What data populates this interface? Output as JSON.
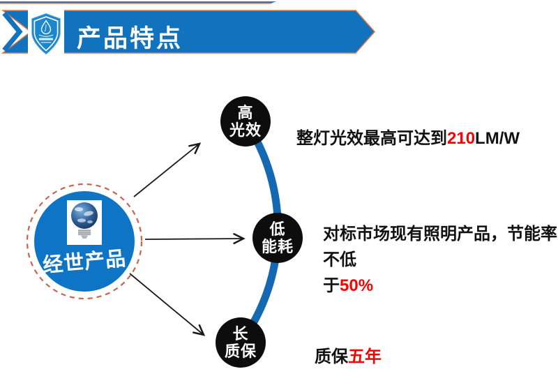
{
  "header": {
    "title": "产品特点",
    "banner_color": "#1173bd",
    "banner_border_color": "#e8743a",
    "logo_icon": "shield-with-droplet"
  },
  "diagram": {
    "center": {
      "label": "经世产品",
      "fill_color": "#0e74c6",
      "dashed_ring_color": "#c9634c",
      "icon": "earth-lightbulb"
    },
    "arc_color": "#1568b2",
    "node_fill_color": "#0d0d0d",
    "highlight_color": "#fe0000",
    "nodes": [
      {
        "id": "high-efficiency",
        "lines": [
          "高",
          "光效"
        ],
        "desc": [
          [
            {
              "text": "整灯光效最高可达到",
              "color": "#111111"
            },
            {
              "text": "210",
              "color": "#fe0000"
            },
            {
              "text": "LM/W",
              "color": "#111111"
            }
          ]
        ]
      },
      {
        "id": "low-energy",
        "lines": [
          "低",
          "能耗"
        ],
        "desc": [
          [
            {
              "text": "对标市场现有照明产品，节能率不低",
              "color": "#111111"
            }
          ],
          [
            {
              "text": "于",
              "color": "#111111"
            },
            {
              "text": "50%",
              "color": "#fe0000"
            }
          ]
        ]
      },
      {
        "id": "long-warranty",
        "lines": [
          "长",
          "质保"
        ],
        "desc": [
          [
            {
              "text": "质保",
              "color": "#111111"
            },
            {
              "text": "五年",
              "color": "#fe0000"
            }
          ]
        ]
      }
    ]
  }
}
